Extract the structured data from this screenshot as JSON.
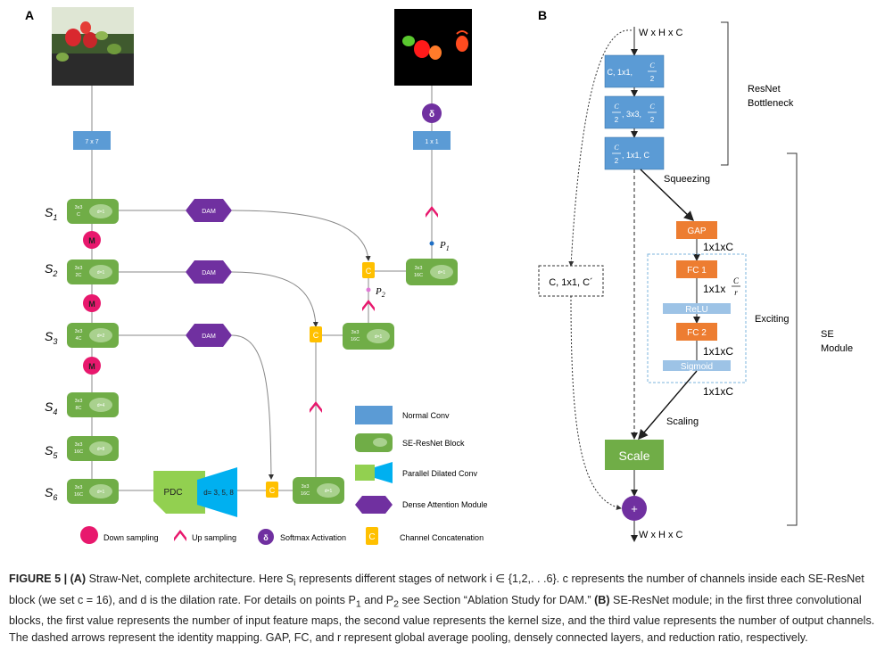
{
  "panel_a": {
    "label": "A",
    "conv_input": "7 x 7",
    "conv_output": "1 x 1",
    "softmax_symbol": "δ",
    "down_symbol": "M",
    "concat_symbol": "C",
    "stage_letter": "S",
    "stage_subs": [
      "1",
      "2",
      "3",
      "4",
      "5",
      "6"
    ],
    "blocks": [
      {
        "k": "3x3",
        "c": "C",
        "d": "d=1"
      },
      {
        "k": "3x3",
        "c": "2C",
        "d": "d=1"
      },
      {
        "k": "3x3",
        "c": "4C",
        "d": "d=2"
      },
      {
        "k": "3x3",
        "c": "8C",
        "d": "d=4"
      },
      {
        "k": "3x3",
        "c": "16C",
        "d": "d=8"
      },
      {
        "k": "3x3",
        "c": "16C",
        "d": "d=1"
      }
    ],
    "decoder_blocks": [
      {
        "k": "3x3",
        "c": "16C",
        "d": "d=1"
      },
      {
        "k": "3x3",
        "c": "16C",
        "d": "d=1"
      },
      {
        "k": "3x3",
        "c": "16C",
        "d": "d=1"
      }
    ],
    "dam_label": "DAM",
    "pdc_label": "PDC",
    "pdc_rates": "d= 3, 5, 8",
    "p1": "P",
    "p1_sub": "1",
    "p2": "P",
    "p2_sub": "2",
    "legend": {
      "normal_conv": "Normal Conv",
      "se_block": "SE-ResNet Block",
      "pdc": "Parallel Dilated Conv",
      "dam": "Dense Attention Module",
      "down": "Down sampling",
      "up": "Up sampling",
      "softmax": "Softmax Activation",
      "concat": "Channel Concatenation"
    }
  },
  "panel_b": {
    "label": "B",
    "input_dim": "W x H x C",
    "output_dim": "W x H x C",
    "conv1_pre": "C, 1x1,",
    "conv2_mid": ", 3x3,",
    "conv3_post": ", 1x1,  C",
    "frac_c": "C",
    "frac_2": "2",
    "resnet_label_1": "ResNet",
    "resnet_label_2": "Bottleneck",
    "squeezing": "Squeezing",
    "gap": "GAP",
    "dim_1x1c": "1x1xC",
    "fc1": "FC 1",
    "fc1_dim": "1x1x",
    "frac_r": "r",
    "relu": "ReLU",
    "fc2": "FC 2",
    "sigmoid": "Sigmoid",
    "scaling": "Scaling",
    "scale": "Scale",
    "plus": "+",
    "identity": "C, 1x1, C´",
    "exciting": "Exciting",
    "se_module_1": "SE",
    "se_module_2": "Module"
  },
  "caption": {
    "figure_label": "FIGURE 5 | ",
    "a_label": "(A)",
    "a_text": " Straw-Net, complete architecture. Here S",
    "sub_i": "i",
    "a_text2": " represents different stages of network i ∈ {1,2,. . .6}. c represents the number of channels inside each SE-ResNet block (we set c = 16), and d is the dilation rate. For details on points P",
    "sub_1": "1",
    "and": " and P",
    "sub_2": "2",
    "a_text3": " see Section “Ablation Study for DAM.” ",
    "b_label": "(B)",
    "b_text": " SE-ResNet module; in the first three convolutional blocks, the first value represents the number of input feature maps, the second value represents the kernel size, and the third value represents the number of output channels. The dashed arrows represent the identity mapping. GAP, FC, and r represent global average pooling, densely connected layers, and reduction ratio, respectively."
  },
  "colors": {
    "conv_blue": "#5b9bd5",
    "se_green": "#70ad47",
    "ellipse_green": "#a9d18e",
    "dam_purple": "#7030a0",
    "pdc_green": "#92d050",
    "pdc_cyan": "#00b0f0",
    "down_pink": "#e8186d",
    "concat_yellow": "#ffc000",
    "gap_orange": "#ed7d31",
    "light_blue": "#9dc3e6"
  }
}
